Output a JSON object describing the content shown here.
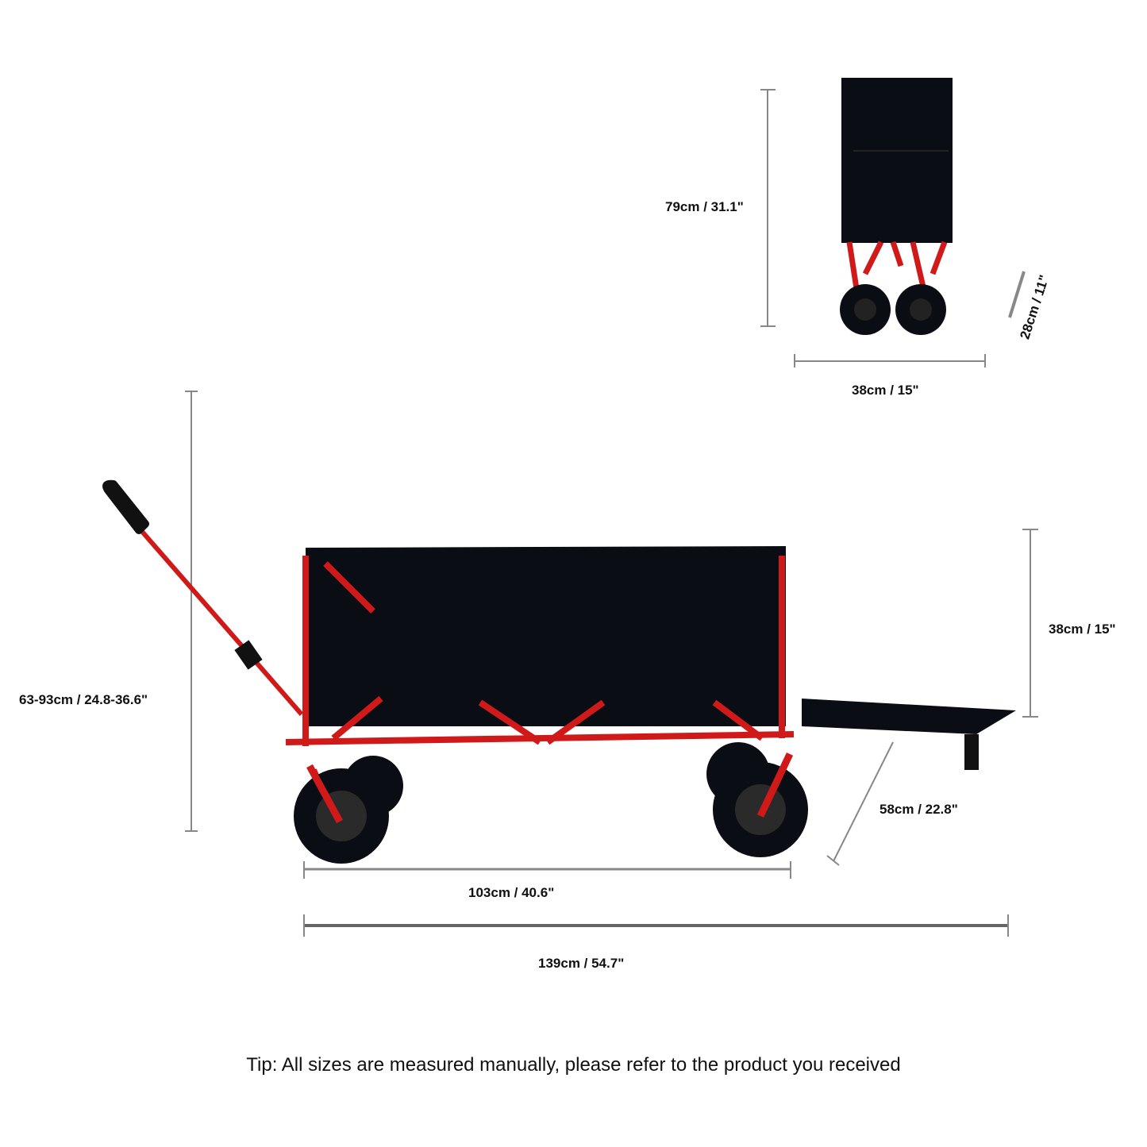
{
  "dimensions": {
    "folded_height": "79cm / 31.1\"",
    "folded_width": "38cm / 15\"",
    "folded_depth": "28cm / 11\"",
    "handle_height": "63-93cm / 24.8-36.6\"",
    "tailgate_height": "38cm / 15\"",
    "tailgate_length": "58cm / 22.8\"",
    "body_length": "103cm / 40.6\"",
    "total_length": "139cm / 54.7\""
  },
  "tip": "Tip: All sizes are measured manually, please refer to the product you received",
  "colors": {
    "frame": "#d01a1a",
    "fabric": "#0b0d14",
    "dimension_line": "#888888"
  }
}
